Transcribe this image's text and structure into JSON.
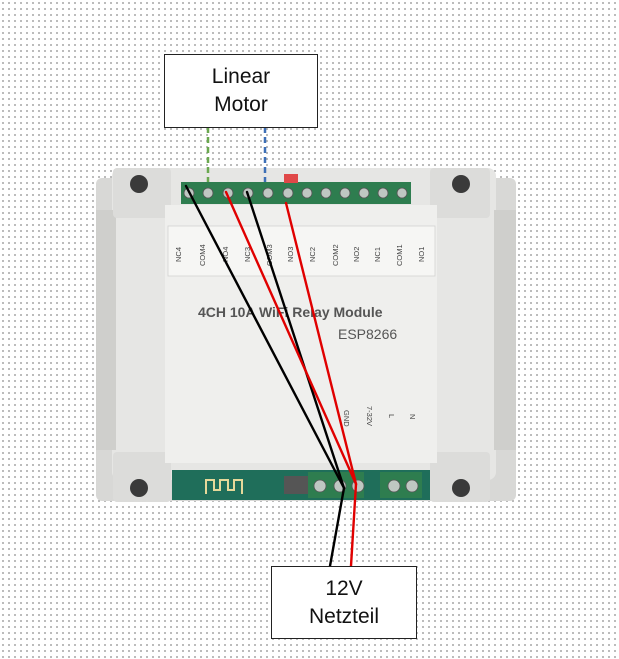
{
  "motor": {
    "line1": "Linear",
    "line2": "Motor"
  },
  "psu": {
    "line1": "12V",
    "line2": "Netzteil"
  },
  "module": {
    "title": "4CH 10A WiFi Relay Module",
    "chip": "ESP8266",
    "relay_pins": [
      "NC4",
      "COM4",
      "NO4",
      "NC3",
      "COM3",
      "NO3",
      "NC2",
      "COM2",
      "NO2",
      "NC1",
      "COM1",
      "NO1"
    ],
    "power_pins": [
      "GND",
      "7-32V",
      "L",
      "N"
    ]
  },
  "wire_colors": {
    "positive": "#e00000",
    "ground": "#000000",
    "motor_a": "#6aa84f",
    "motor_b": "#3d6fb6"
  }
}
